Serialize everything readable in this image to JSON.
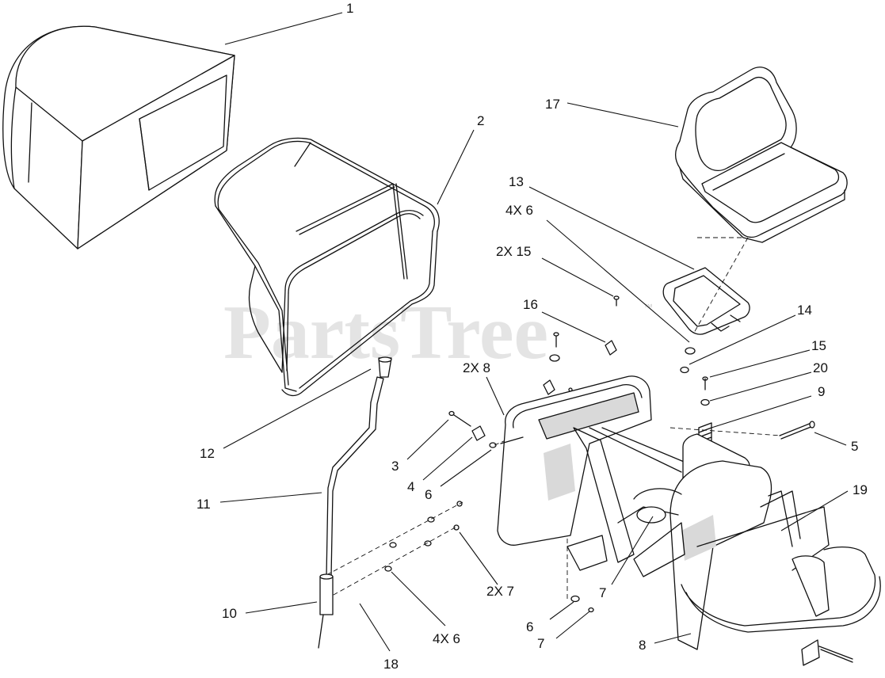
{
  "watermark": {
    "text": "PartsTree",
    "trademark": "™"
  },
  "callouts": [
    {
      "id": "c1",
      "text": "1"
    },
    {
      "id": "c2",
      "text": "2"
    },
    {
      "id": "c17",
      "text": "17"
    },
    {
      "id": "c13",
      "text": "13"
    },
    {
      "id": "c4x6a",
      "text": "4X 6"
    },
    {
      "id": "c2x15",
      "text": "2X 15"
    },
    {
      "id": "c16",
      "text": "16"
    },
    {
      "id": "c14",
      "text": "14"
    },
    {
      "id": "c15",
      "text": "15"
    },
    {
      "id": "c20",
      "text": "20"
    },
    {
      "id": "c9",
      "text": "9"
    },
    {
      "id": "c2x8",
      "text": "2X 8"
    },
    {
      "id": "c5",
      "text": "5"
    },
    {
      "id": "c12",
      "text": "12"
    },
    {
      "id": "c3",
      "text": "3"
    },
    {
      "id": "c4",
      "text": "4"
    },
    {
      "id": "c6a",
      "text": "6"
    },
    {
      "id": "c19",
      "text": "19"
    },
    {
      "id": "c11",
      "text": "11"
    },
    {
      "id": "c2x7",
      "text": "2X 7"
    },
    {
      "id": "c7a",
      "text": "7"
    },
    {
      "id": "c10",
      "text": "10"
    },
    {
      "id": "c4x6b",
      "text": "4X 6"
    },
    {
      "id": "c6b",
      "text": "6"
    },
    {
      "id": "c7b",
      "text": "7"
    },
    {
      "id": "c8",
      "text": "8"
    },
    {
      "id": "c18",
      "text": "18"
    }
  ]
}
